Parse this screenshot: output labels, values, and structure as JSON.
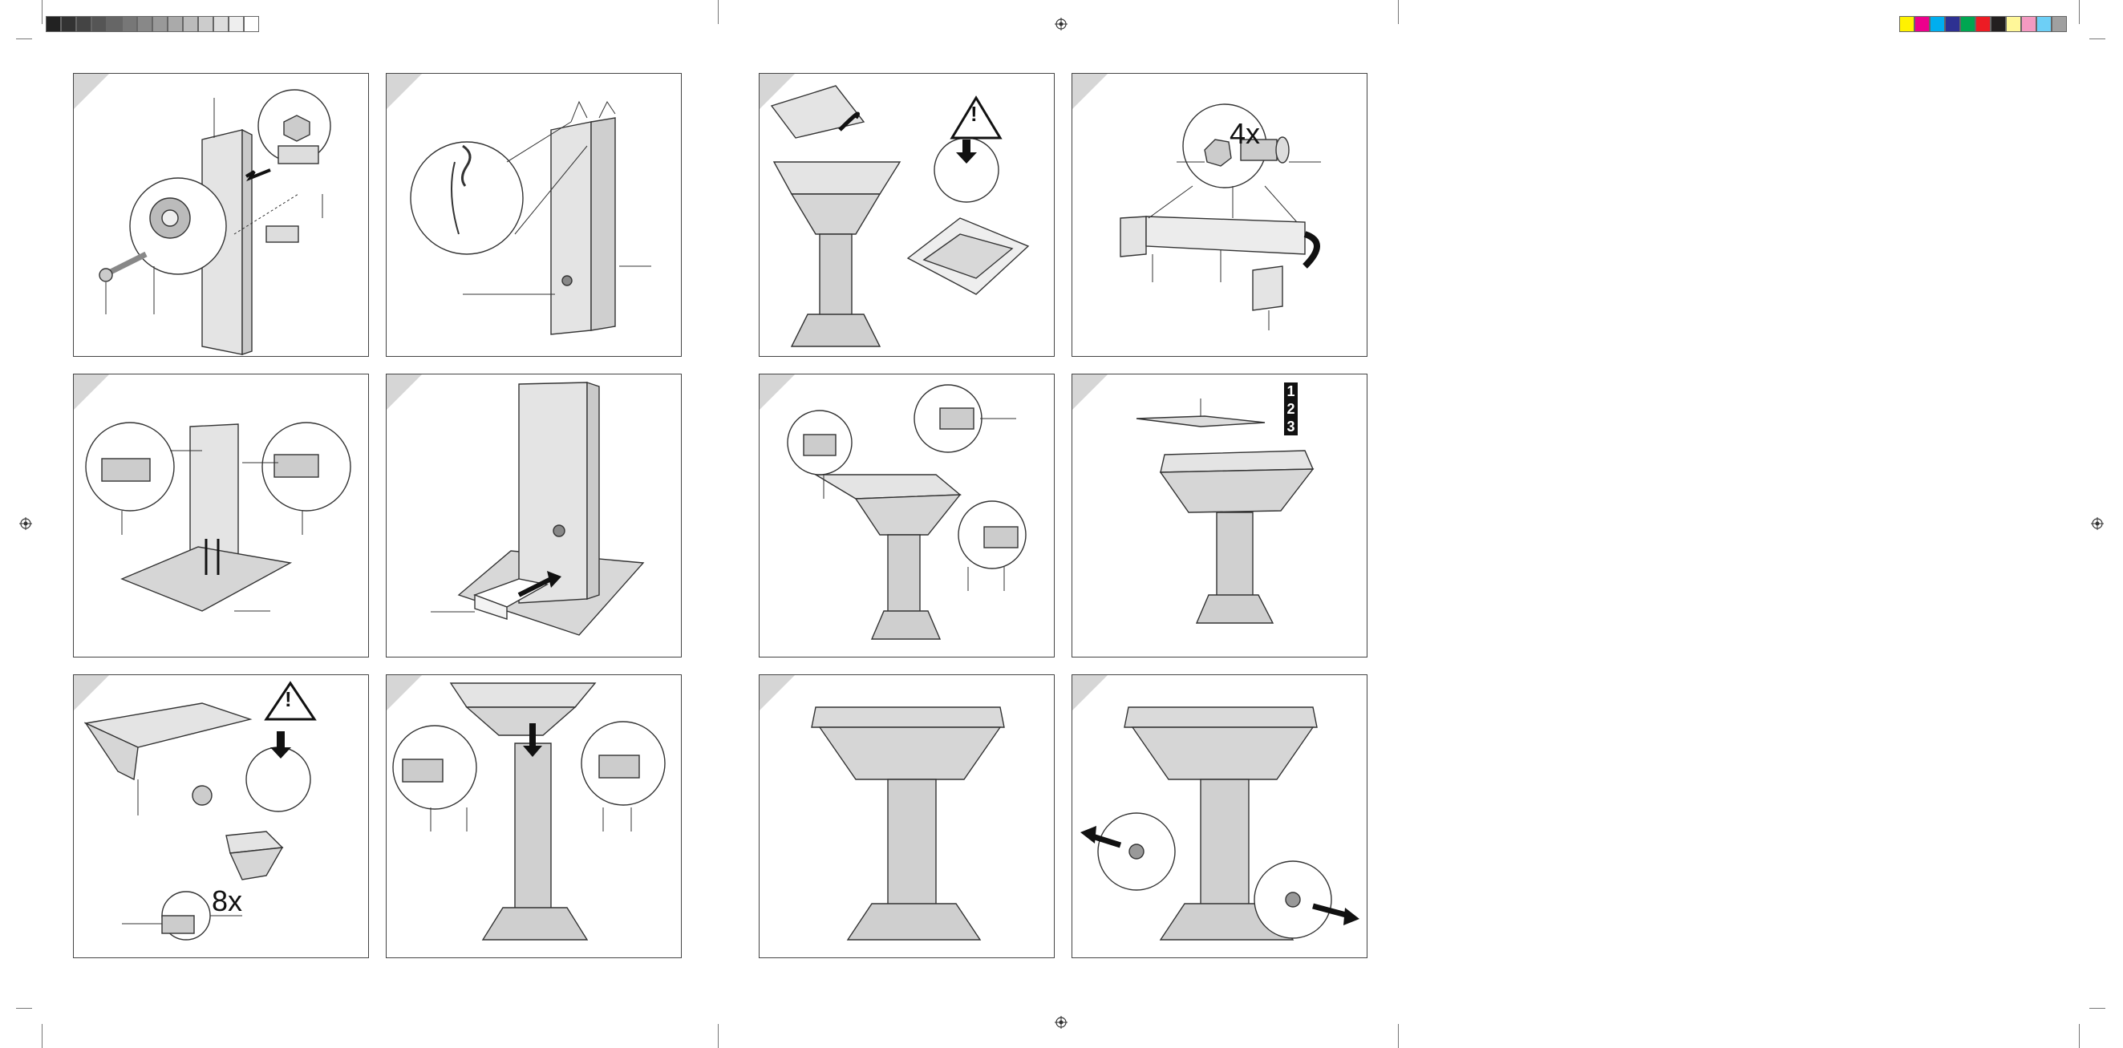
{
  "colors": {
    "grayscale_bar": [
      "#222222",
      "#333333",
      "#444444",
      "#555555",
      "#666666",
      "#777777",
      "#888888",
      "#999999",
      "#aaaaaa",
      "#bbbbbb",
      "#cccccc",
      "#dddddd",
      "#eeeeee",
      "#ffffff"
    ],
    "cmyk_bar": [
      "#fff200",
      "#ec008c",
      "#00aeef",
      "#2e3192",
      "#00a651",
      "#ed1c24",
      "#231f20",
      "#fff799",
      "#f49ac1",
      "#6dcff6",
      "#a0a0a0"
    ],
    "line": "#333333",
    "metal_fill": "#d9d9d9",
    "corner_tab": "#d6d6d6"
  },
  "panels": [
    {
      "id": "upper-leg-screws"
    },
    {
      "id": "leg-hook-detail"
    },
    {
      "id": "charcoal-tray-warning",
      "warning": "!"
    },
    {
      "id": "grill-bracket-bolts",
      "quantity": "4x"
    },
    {
      "id": "leg-to-base-screws"
    },
    {
      "id": "ash-drawer-insert"
    },
    {
      "id": "bracket-side-bolts"
    },
    {
      "id": "grate-placement",
      "steps": [
        "1",
        "2",
        "3"
      ]
    },
    {
      "id": "bowl-assembly-warning",
      "warning": "!",
      "quantity": "8x"
    },
    {
      "id": "bowl-to-leg-bolts"
    },
    {
      "id": "assembled-grill"
    },
    {
      "id": "handles-rotate"
    }
  ]
}
